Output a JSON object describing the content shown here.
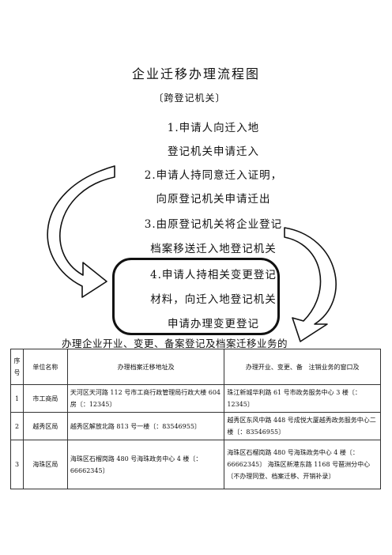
{
  "title": "企业迁移办理流程图",
  "subtitle": "〔跨登记机关〕",
  "steps": [
    "1.申请人向迁入地",
    "登记机关申请迁入",
    "2.申请人持同意迁入证明，",
    "向原登记机关申请迁出",
    "3.由原登记机关将企业登记",
    "档案移送迁入地登记机关",
    "4.申请人持相关变更登记",
    "材料，向迁入地登记机关",
    "申请办理变更登记"
  ],
  "intro": "办理企业开业、变更、备案登记及档案迁移业务的",
  "table": {
    "headers": [
      "序号",
      "单位名称",
      "办理档案迁移地址及",
      "办理开业、变更、备",
      "注销业务的窗口及"
    ],
    "rows": [
      {
        "no": "1",
        "unit": "市工商局",
        "archive": "天河区天河路 112 号市工商行政管理局行政大楼 604 房〔：12345〕",
        "window": "珠江新城华利路 61 号市政务服务中心 3 楼〔：12345〕"
      },
      {
        "no": "2",
        "unit": "越秀区局",
        "archive": "越秀区解放北路 813 号一楼〔：83546955〕",
        "window": "越秀区东风中路 448 号成悦大厦越秀政务服务中心二楼〔：83546955〕"
      },
      {
        "no": "3",
        "unit": "海珠区局",
        "archive": "海珠区石榴岗路 480 号海珠政务中心 4 楼〔：66662345〕",
        "window": "海珠区石榴岗路 480 号海珠政务中心 4 楼〔：66662345〕 海珠区新港东路 1168 号琶洲分中心〔不办理同登、档案迁移、开销补录〕"
      }
    ]
  }
}
